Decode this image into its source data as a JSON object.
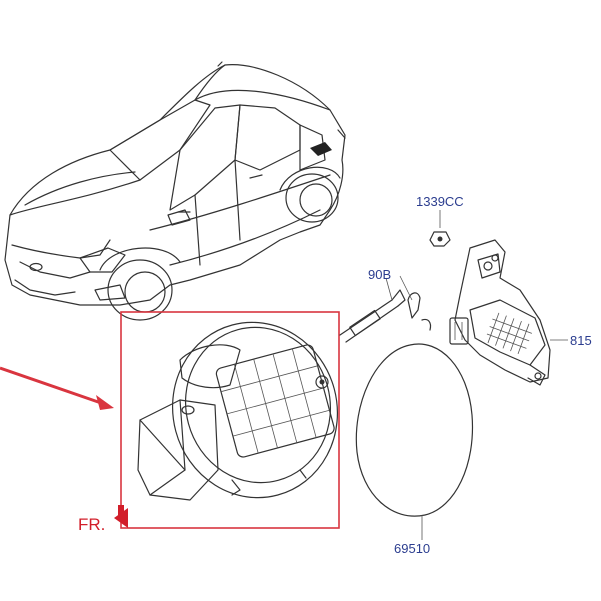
{
  "labels": {
    "part_1339cc": "1339CC",
    "part_90b": "90B",
    "part_815": "815",
    "part_69510": "69510",
    "front_marker": "FR."
  },
  "colors": {
    "label_blue": "#2b3d8f",
    "highlight_red": "#d9353f",
    "line_gray": "#333333"
  }
}
